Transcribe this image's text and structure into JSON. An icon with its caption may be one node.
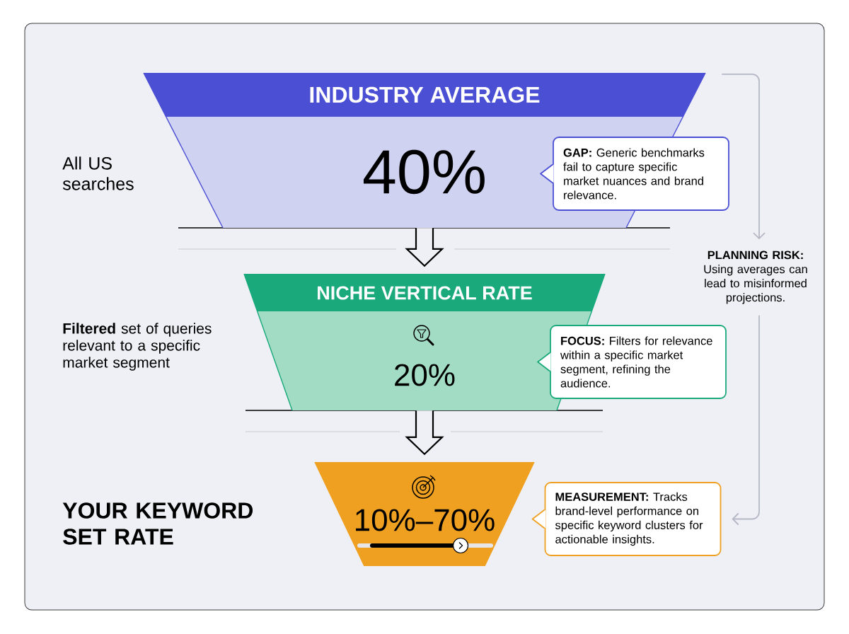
{
  "diagram": {
    "nodes": [
      {
        "text": [
          "INDUSTRY AVERAGE",
          "40%"
        ]
      },
      {
        "text": [
          "NICHE VERTICAL RATE",
          "20%"
        ]
      },
      {
        "text": [
          "10%–70%"
        ]
      },
      {
        "text": [
          "**GAP:** Generic benchmarks fail to capture specific market nuances and brand relevance."
        ]
      },
      {
        "text": [
          "**FOCUS:** Filters for relevance within a specific market segment, refining the audience."
        ]
      },
      {
        "text": [
          "**MEASUREMENT:** Tracks brand-level performance on specific keyword clusters for actionable insights."
        ]
      },
      {
        "text": [
          "**PLANNING RISK:** Using averages can lead to misinformed projections."
        ]
      }
    ],
    "edges": [
      {
        "from": 0,
        "to": 1,
        "arrow": "to",
        "style": "thick"
      },
      {
        "from": 1,
        "to": 2,
        "arrow": "to",
        "style": "thick"
      },
      {
        "from": 0,
        "to": 6,
        "arrow": "to",
        "color": "#b4b8c4"
      },
      {
        "from": 6,
        "to": 5,
        "arrow": "to",
        "color": "#b4b8c4"
      }
    ],
    "labels": [
      "All US searches",
      "**Filtered** set of queries relevant to a specific market segment",
      "YOUR KEYWORD SET RATE"
    ]
  }
}
